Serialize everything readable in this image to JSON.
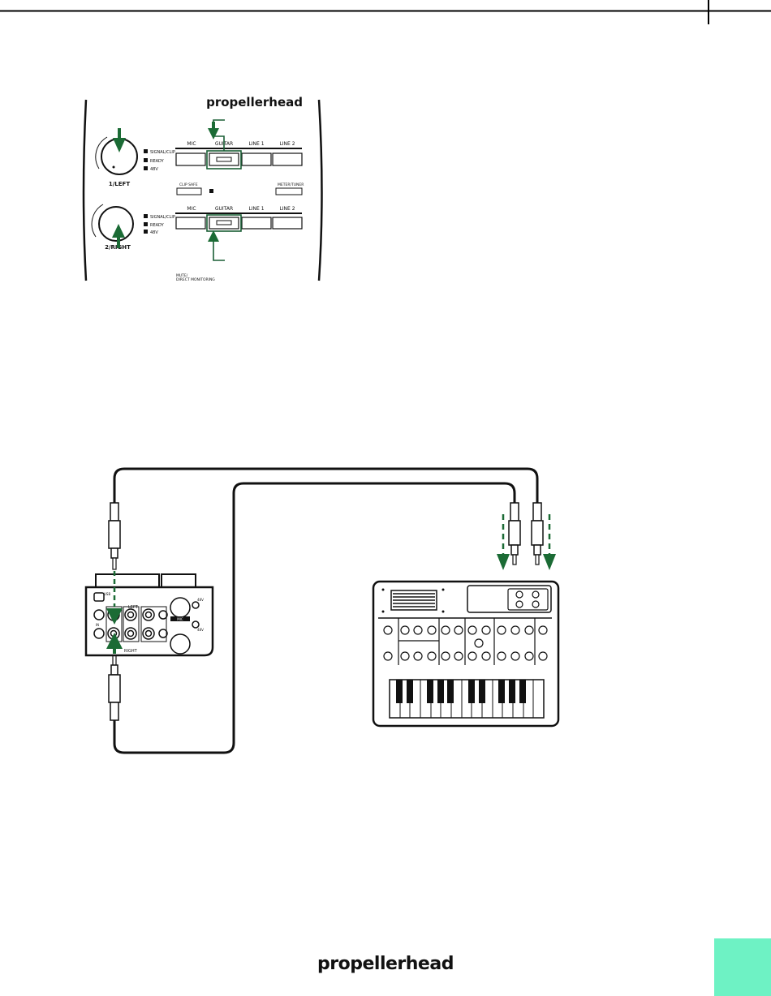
{
  "colors": {
    "accent": "#1a5e35",
    "arrow": "#1b6b35",
    "tab": "#6ef2c4",
    "ink": "#111111"
  },
  "panel": {
    "brand": "propellerhead",
    "channel1": {
      "knob_label": "1/LEFT",
      "leds": [
        "SIGNAL/CLIP",
        "READY",
        "48V"
      ],
      "buttons": [
        "MIC",
        "GUITAR",
        "LINE 1",
        "LINE 2"
      ]
    },
    "channel2": {
      "knob_label": "2/RIGHT",
      "leds": [
        "SIGNAL/CLIP",
        "READY",
        "48V"
      ],
      "buttons": [
        "MIC",
        "GUITAR",
        "LINE 1",
        "LINE 2"
      ]
    },
    "clip_safe_label": "CLIP SAFE",
    "meter_tuner_label": "METER/TUNER",
    "mute_label_1": "MUTE/",
    "mute_label_2": "DIRECT MONITORING"
  },
  "interface": {
    "usb_label": "USB",
    "left_label": "LEFT",
    "right_label": "RIGHT",
    "input_label": "IN",
    "mic_label": "MIC",
    "phantom_label_1": "48V",
    "phantom_label_2": "48V"
  },
  "footer": {
    "logo": "propellerhead"
  },
  "icons": [
    "arrow-down-icon",
    "arrow-up-icon",
    "knob-icon",
    "jack-plug-icon",
    "keyboard-icon"
  ]
}
